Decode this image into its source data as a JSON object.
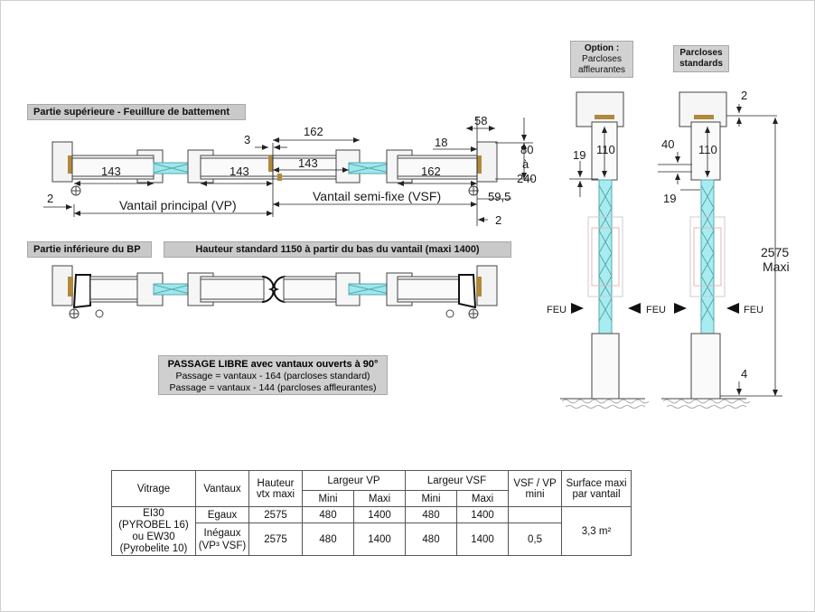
{
  "labels": {
    "top": "Partie supérieure - Feuillure de battement",
    "bottom_bp": "Partie inférieure du BP",
    "hauteur": "Hauteur standard 1150 à partir du bas du vantail (maxi 1400)",
    "option_title": "Option :",
    "option_sub1": "Parcloses",
    "option_sub2": "affleurantes",
    "standard1": "Parcloses",
    "standard2": "standards"
  },
  "dims_plan": {
    "d143a": "143",
    "d143b": "143",
    "d143c": "143",
    "d162a": "162",
    "d162b": "162",
    "d3": "3",
    "d18": "18",
    "d58": "58",
    "d80": "80",
    "da": "à",
    "d240": "240",
    "d59": "59,5",
    "d2a": "2",
    "d2b": "2",
    "vp": "Vantail principal (VP)",
    "vsf": "Vantail semi-fixe (VSF)"
  },
  "dims_section": {
    "s19a": "19",
    "s110a": "110",
    "s40": "40",
    "s19b": "19",
    "s110b": "110",
    "s2": "2",
    "s2575": "2575",
    "smaxi": "Maxi",
    "s4": "4",
    "feu1": "FEU",
    "feu2": "FEU",
    "feu3": "FEU"
  },
  "passage": {
    "title": "PASSAGE LIBRE avec vantaux ouverts à 90°",
    "line1": "Passage = vantaux - 164 (parcloses standard)",
    "line2": "Passage = vantaux - 144 (parcloses affleurantes)"
  },
  "table": {
    "h_vitrage": "Vitrage",
    "h_vantaux": "Vantaux",
    "h_hauteur1": "Hauteur",
    "h_hauteur2": "vtx maxi",
    "h_lvp": "Largeur VP",
    "h_lvsf": "Largeur VSF",
    "h_vsfvp1": "VSF / VP",
    "h_vsfvp2": "mini",
    "h_surf1": "Surface maxi",
    "h_surf2": "par vantail",
    "mini": "Mini",
    "maxi": "Maxi",
    "vitrage1": "EI30",
    "vitrage2": "(PYROBEL 16)",
    "vitrage3": "ou EW30",
    "vitrage4": "(Pyrobelite 10)",
    "row1": {
      "vantaux": "Egaux",
      "hauteur": "2575",
      "vp_mini": "480",
      "vp_maxi": "1400",
      "vsf_mini": "480",
      "vsf_maxi": "1400",
      "ratio": ""
    },
    "row2": {
      "vantaux1": "Inégaux",
      "vantaux2": "(VP³ VSF)",
      "hauteur": "2575",
      "vp_mini": "480",
      "vp_maxi": "1400",
      "vsf_mini": "480",
      "vsf_maxi": "1400",
      "ratio": "0,5"
    },
    "surface": "3,3 m²"
  }
}
